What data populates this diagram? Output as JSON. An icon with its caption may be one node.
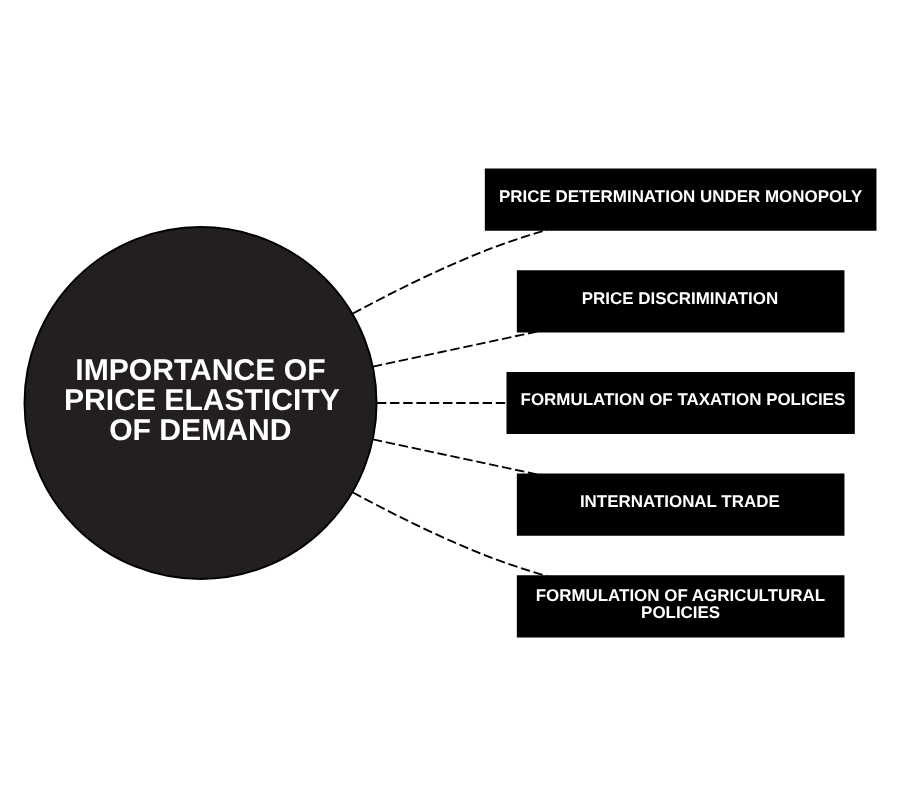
{
  "diagram": {
    "nodes": [
      {
        "text": [
          "IMPORTANCE OF PRICE ELASTICITY OF DEMAND"
        ]
      },
      {
        "text": [
          "PRICE DETERMINATION UNDER MONOPOLY"
        ]
      },
      {
        "text": [
          "PRICE DISCRIMINATION"
        ]
      },
      {
        "text": [
          "FORMULATION OF TAXATION POLICIES"
        ]
      },
      {
        "text": [
          "INTERNATIONAL TRADE"
        ]
      },
      {
        "text": [
          "FORMULATION OF AGRICULTURAL POLICIES"
        ]
      }
    ],
    "edges": [
      {
        "from": 0,
        "to": 1,
        "arrow": "none",
        "style": "dashed"
      },
      {
        "from": 0,
        "to": 2,
        "arrow": "none",
        "style": "dashed"
      },
      {
        "from": 0,
        "to": 3,
        "arrow": "none",
        "style": "dashed"
      },
      {
        "from": 0,
        "to": 4,
        "arrow": "none",
        "style": "dashed"
      },
      {
        "from": 0,
        "to": 5,
        "arrow": "none",
        "style": "dashed"
      }
    ]
  }
}
